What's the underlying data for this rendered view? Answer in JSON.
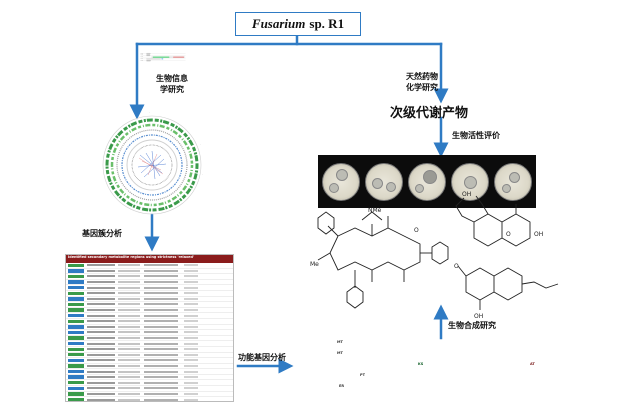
{
  "title": {
    "italic": "Fusarium",
    "regular": "sp. R1"
  },
  "labels": {
    "bioinformatics": [
      "生物信息",
      "学研究"
    ],
    "natural_products": [
      "天然药物",
      "化学研究"
    ],
    "secondary_metabolites": "次级代谢产物",
    "bioactivity": "生物活性评价",
    "gene_cluster_analysis": "基因簇分析",
    "functional_gene": "功能基因分析",
    "biosynthesis": "生物合成研究"
  },
  "table_header": "Identified secondary metabolite regions using strictness 'relaxed'",
  "gene_labels": [
    "MT",
    "MT",
    "KS",
    "AT",
    "PT",
    "ER"
  ],
  "colors": {
    "arrow": "#2f7bc4",
    "ks": "#3fd36b",
    "at": "#e87a7a",
    "pt_spot": "#5aa9e6"
  }
}
